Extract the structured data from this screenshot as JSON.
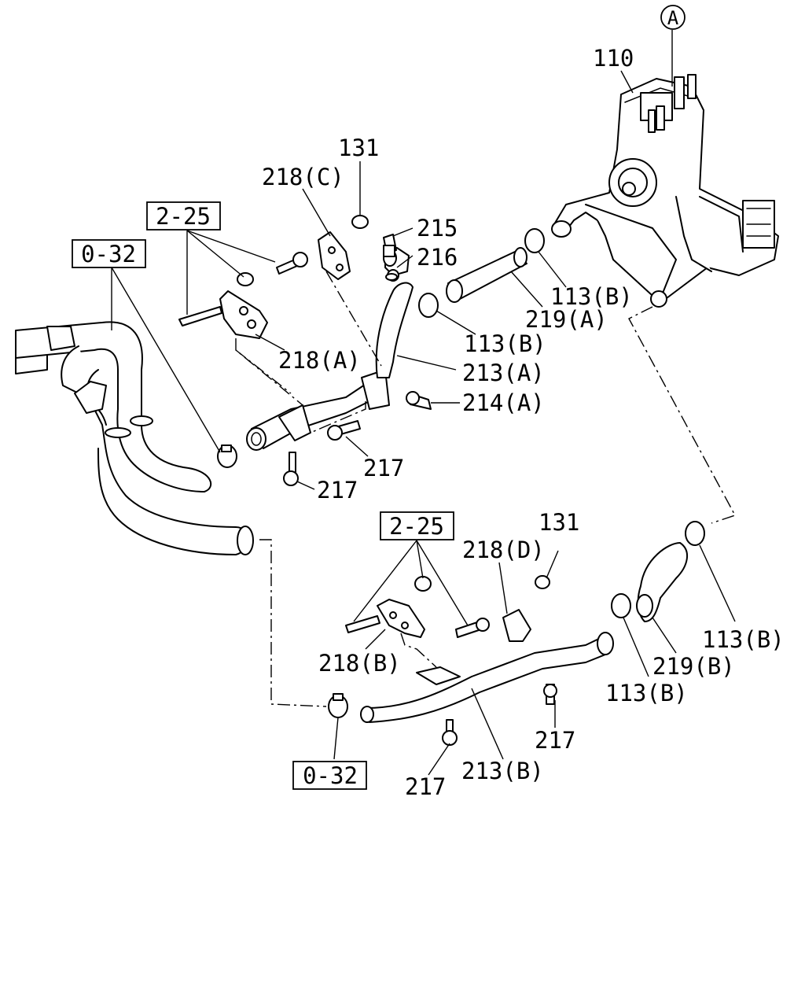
{
  "callouts": {
    "A": "A",
    "p110": "110",
    "p131_top": "131",
    "p218C": "218(C)",
    "ref225_top": "2-25",
    "p215": "215",
    "p216": "216",
    "ref032_top": "0-32",
    "p113B_1": "113(B)",
    "p219A": "219(A)",
    "p113B_2": "113(B)",
    "p218A": "218(A)",
    "p213A": "213(A)",
    "p214A": "214(A)",
    "p217_a": "217",
    "p217_b": "217",
    "ref225_bot": "2-25",
    "p131_bot": "131",
    "p218D": "218(D)",
    "p218B": "218(B)",
    "p113B_3": "113(B)",
    "p219B": "219(B)",
    "p113B_4": "113(B)",
    "p217_c": "217",
    "p213B": "213(B)",
    "p217_d": "217",
    "ref032_bot": "0-32"
  }
}
